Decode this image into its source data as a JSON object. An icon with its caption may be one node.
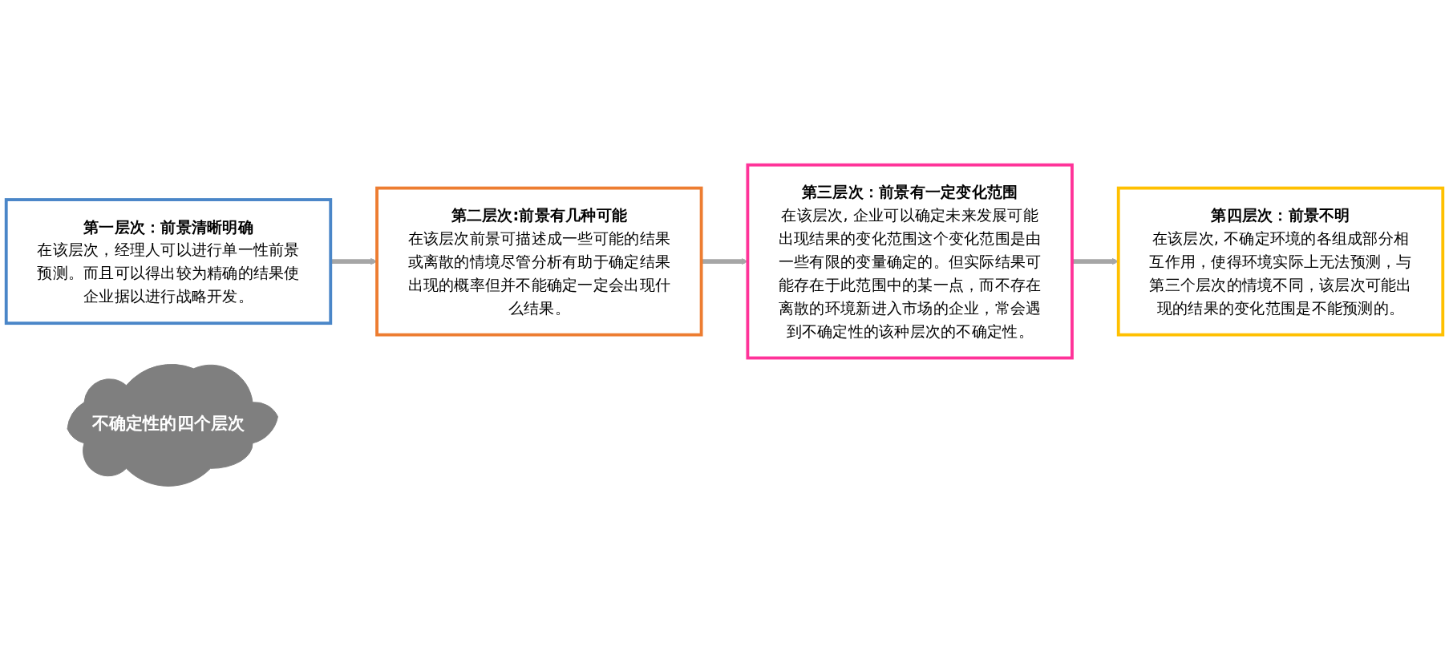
{
  "diagram": {
    "nodes": [
      {
        "text": [
          "第一层次：前景清晰明确",
          "在该层次，经理人可以进行单一性前景预测。而且可以得出较为精确的结果使企业据以进行战略开发。"
        ]
      },
      {
        "text": [
          "第二层次:前景有几种可能",
          "在该层次前景可描述成一些可能的结果或离散的情境尽管分析有助于确定结果出现的概率但并不能确定一定会出现什么结果。"
        ]
      },
      {
        "text": [
          "不确定性的四个层次"
        ]
      },
      {
        "text": [
          "第四层次：前景不明",
          "在该层次, 不确定环境的各组成部分相互作用，使得环境实际上无法预测，与第三个层次的情境不同，该层次可能出现的结果的变化范围是不能预测的。"
        ]
      },
      {
        "text": [
          "第三层次：前景有一定变化范围",
          "在该层次, 企业可以确定未来发展可能出现结果的变化范围这个变化范围是由一些有限的变量确定的。但实际结果可能存在于此范围中的某一点，而不存在离散的环境新进入市场的企业，常会遇到不确定性的该种层次的不确定性。"
        ]
      }
    ],
    "edges": [
      {
        "from": 0,
        "to": 1,
        "arrow": "to"
      },
      {
        "from": 1,
        "to": 4,
        "arrow": "to"
      },
      {
        "from": 4,
        "to": 3,
        "arrow": "to"
      }
    ]
  }
}
